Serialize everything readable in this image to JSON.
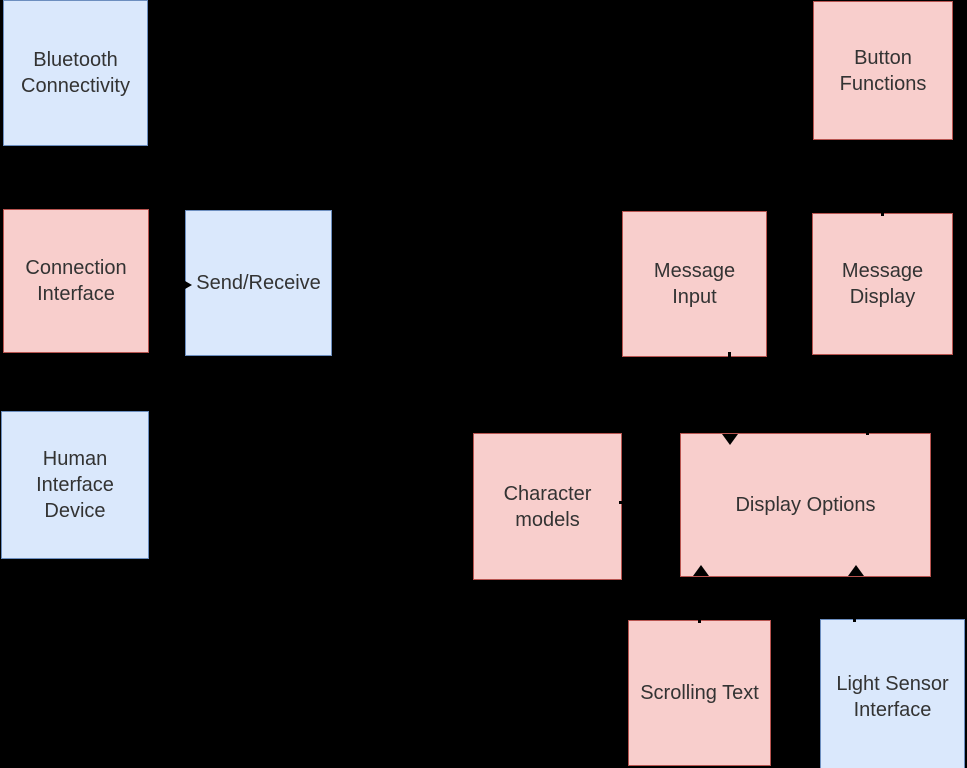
{
  "diagram": {
    "background_color": "#000000",
    "colors": {
      "blue_fill": "#dae8fc",
      "blue_border": "#6c8ebf",
      "pink_fill": "#f8cecc",
      "pink_border": "#b85450",
      "text": "#333333",
      "connector": "#000000"
    },
    "nodes": [
      {
        "id": "bluetooth-connectivity",
        "label": "Bluetooth\nConnectivity",
        "color": "blue"
      },
      {
        "id": "button-functions",
        "label": "Button\nFunctions",
        "color": "pink"
      },
      {
        "id": "connection-interface",
        "label": "Connection\nInterface",
        "color": "pink"
      },
      {
        "id": "send-receive",
        "label": "Send/Receive",
        "color": "blue"
      },
      {
        "id": "message-input",
        "label": "Message\nInput",
        "color": "pink"
      },
      {
        "id": "message-display",
        "label": "Message\nDisplay",
        "color": "pink"
      },
      {
        "id": "human-interface-device",
        "label": "Human\nInterface\nDevice",
        "color": "blue"
      },
      {
        "id": "character-models",
        "label": "Character\nmodels",
        "color": "pink"
      },
      {
        "id": "display-options",
        "label": "Display Options",
        "color": "pink"
      },
      {
        "id": "scrolling-text",
        "label": "Scrolling Text",
        "color": "pink"
      },
      {
        "id": "light-sensor-interface",
        "label": "Light Sensor\nInterface",
        "color": "blue"
      }
    ],
    "visible_arrowheads": [
      "arrowhead pointing right into left edge of Send/Receive",
      "arrowhead pointing down into top edge of Display Options",
      "arrowhead pointing up into bottom-left edge of Display Options",
      "arrowhead pointing up into bottom-right edge of Display Options",
      "connector stub on top border of Message Display",
      "connector stub on bottom border of Message Input",
      "connector stub on top border of Display Options (right side)",
      "connector stub on top border of Scrolling Text",
      "connector stub on top border of Light Sensor Interface",
      "connector stub on right border of Character models"
    ]
  }
}
